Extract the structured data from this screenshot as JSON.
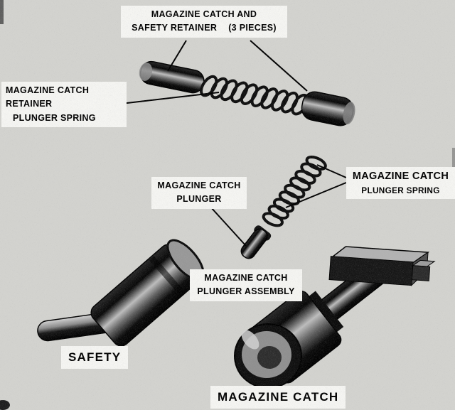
{
  "figure": {
    "type": "exploded-parts-diagram",
    "colors": {
      "background": "#d3d3cf",
      "ink": "#000000",
      "label_background": "#f5f5f2",
      "metal_highlight": "#bdbdbd"
    },
    "labels": {
      "retainer": {
        "line1": "MAGAZINE CATCH AND",
        "line2a": "SAFETY RETAINER",
        "line2b": "(3 PIECES)"
      },
      "retainer_plunger_spring": {
        "line1": "MAGAZINE CATCH RETAINER",
        "line2": "PLUNGER SPRING"
      },
      "catch_plunger": {
        "line1": "MAGAZINE CATCH",
        "line2": "PLUNGER"
      },
      "catch_plunger_spring": {
        "line1": "MAGAZINE CATCH",
        "line2": "PLUNGER SPRING"
      },
      "catch_plunger_assembly": {
        "line1": "MAGAZINE CATCH",
        "line2": "PLUNGER ASSEMBLY"
      },
      "safety": {
        "text": "SAFETY"
      },
      "magazine_catch": {
        "text": "MAGAZINE CATCH"
      }
    }
  }
}
